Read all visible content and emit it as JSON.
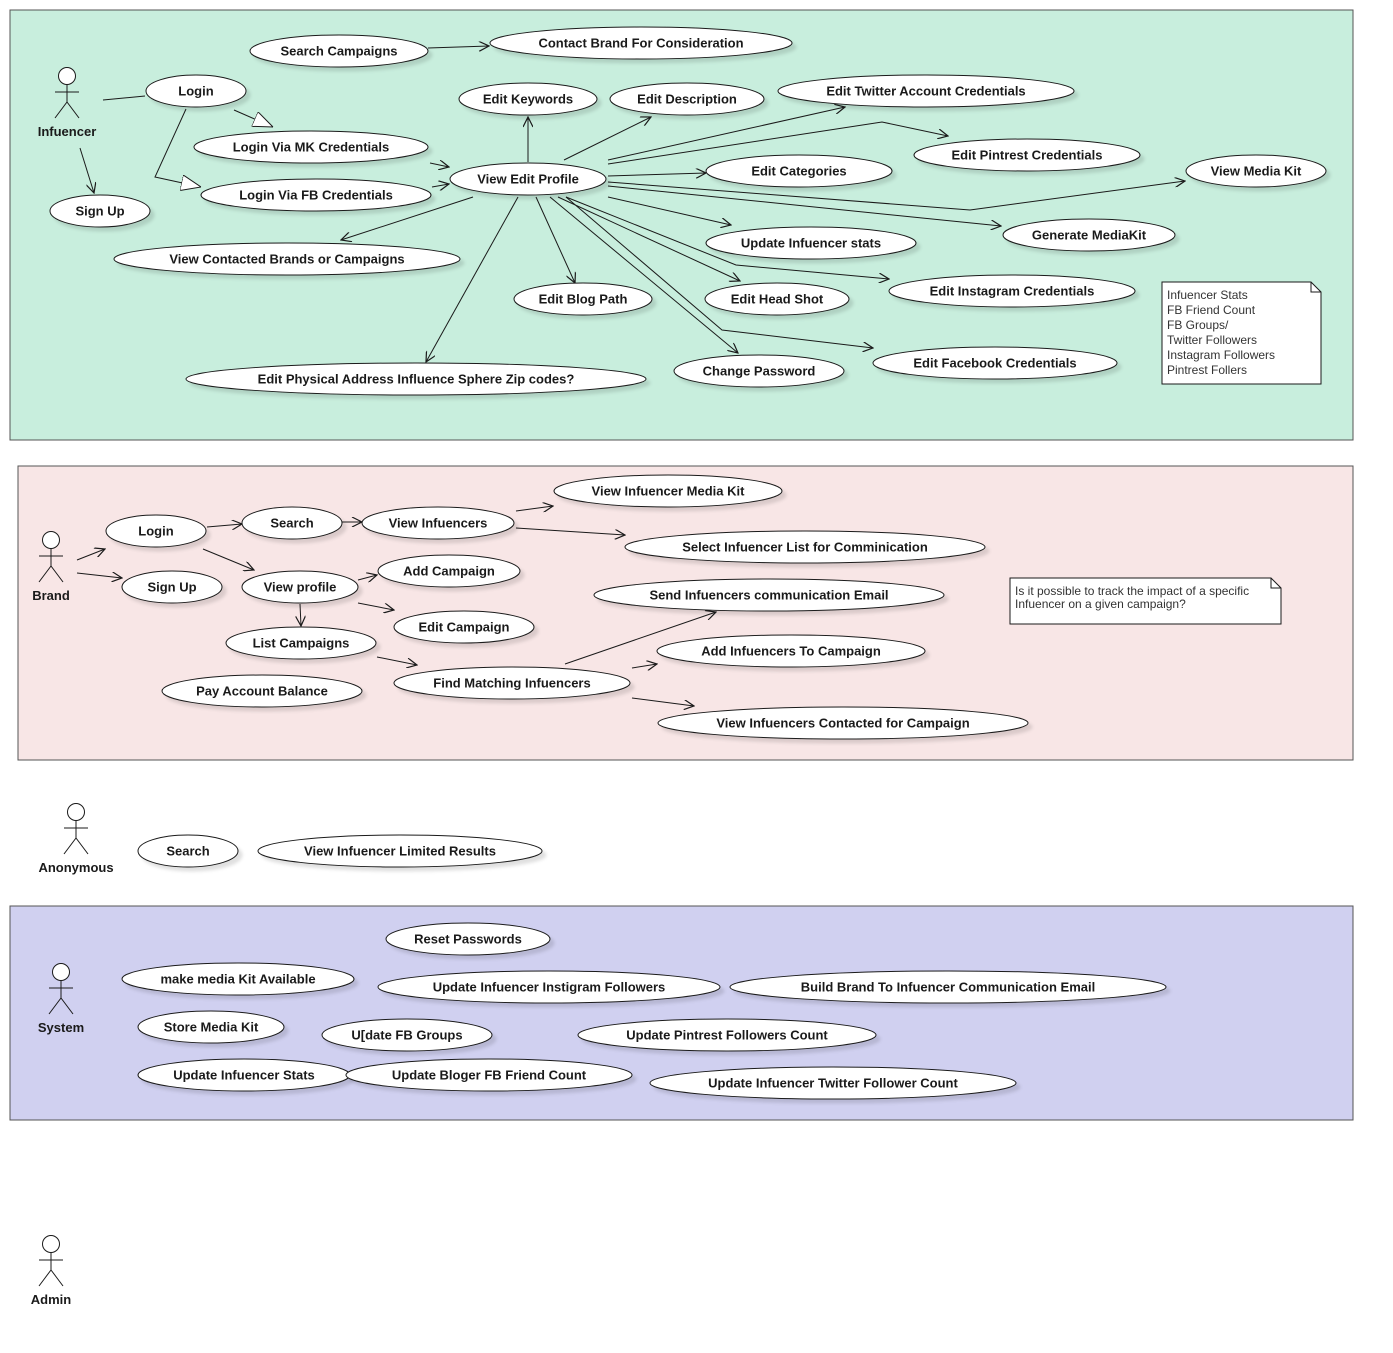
{
  "colors": {
    "influencer_bg": "#c8eedd",
    "brand_bg": "#f8e6e6",
    "system_bg": "#d0d0f0",
    "outline": "#555555",
    "ellipse_fill": "#ffffff",
    "note_fill": "#ffffff"
  },
  "actors": {
    "infuencer": "Infuencer",
    "brand": "Brand",
    "anonymous": "Anonymous",
    "system": "System",
    "admin": "Admin"
  },
  "usecases": {
    "search_campaigns": "Search Campaigns",
    "contact_brand": "Contact Brand For Consideration",
    "login_inf": "Login",
    "edit_keywords": "Edit Keywords",
    "edit_description": "Edit Description",
    "edit_twitter": "Edit Twitter Account Credentials",
    "login_mk": "Login Via MK Credentials",
    "edit_pintrest": "Edit Pintrest Credentials",
    "edit_categories": "Edit Categories",
    "view_media_kit": "View Media Kit",
    "view_edit_profile": "View Edit Profile",
    "login_fb": "Login Via FB Credentials",
    "sign_up_inf": "Sign Up",
    "generate_mediakit": "Generate MediaKit",
    "update_inf_stats": "Update Infuencer stats",
    "view_contacted": "View Contacted Brands or Campaigns",
    "edit_instagram": "Edit Instagram Credentials",
    "edit_blog_path": "Edit Blog Path",
    "edit_head_shot": "Edit Head Shot",
    "edit_facebook": "Edit Facebook Credentials",
    "change_password": "Change Password",
    "edit_physical": "Edit Physical Address Influence Sphere Zip codes?",
    "view_inf_media_kit": "View Infuencer Media Kit",
    "login_brand": "Login",
    "search_brand": "Search",
    "view_infuencers": "View Infuencers",
    "select_inf_list": "Select Infuencer List for Comminication",
    "sign_up_brand": "Sign Up",
    "view_profile": "View profile",
    "add_campaign": "Add Campaign",
    "send_inf_email": "Send Infuencers communication Email",
    "edit_campaign": "Edit Campaign",
    "list_campaigns": "List Campaigns",
    "add_inf_to_campaign": "Add Infuencers To Campaign",
    "pay_account": "Pay Account Balance",
    "find_matching": "Find Matching Infuencers",
    "view_inf_contacted": "View Infuencers Contacted for Campaign",
    "search_anon": "Search",
    "view_limited": "View Infuencer Limited Results",
    "reset_passwords": "Reset Passwords",
    "make_media_kit": "make media Kit Available",
    "update_instigram": "Update Infuencer Instigram Followers",
    "build_email": "Build Brand To Infuencer  Communication Email",
    "store_media_kit": "Store Media Kit",
    "update_fb_groups": "U[date FB Groups",
    "update_pintrest": "Update Pintrest Followers Count",
    "update_inf_stats_sys": "Update Infuencer Stats",
    "update_bloger_fb": "Update Bloger FB Friend Count",
    "update_twitter": "Update Infuencer Twitter Follower Count"
  },
  "notes": {
    "inf_stats": [
      "Infuencer Stats",
      "FB Friend Count",
      "FB Groups/",
      "Twitter Followers",
      "Instagram Followers",
      "Pintrest Follers"
    ],
    "brand_note": [
      "Is it possible to track the impact of a specific",
      "Infuencer on a given campaign?"
    ]
  }
}
